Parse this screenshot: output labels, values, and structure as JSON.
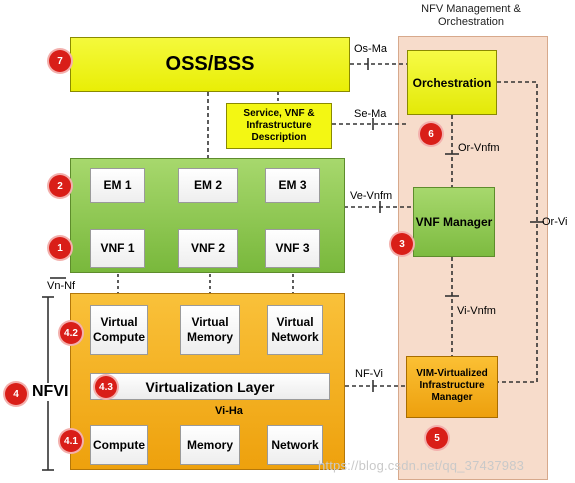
{
  "nfvo": {
    "title": "NFV Management & Orchestration"
  },
  "oss_bss": {
    "label": "OSS/BSS"
  },
  "service_desc": {
    "lines": [
      "Service, VNF &",
      "Infrastructure",
      "Description"
    ]
  },
  "orchestration": {
    "label": "Orchestration"
  },
  "em": {
    "labels": [
      "EM 1",
      "EM 2",
      "EM 3"
    ]
  },
  "vnf": {
    "labels": [
      "VNF 1",
      "VNF 2",
      "VNF 3"
    ]
  },
  "vnf_manager": {
    "label": "VNF Manager"
  },
  "virtual_resources": {
    "compute": [
      "Virtual",
      "Compute"
    ],
    "memory": [
      "Virtual",
      "Memory"
    ],
    "network": [
      "Virtual",
      "Network"
    ]
  },
  "virtualization_layer": {
    "label": "Virtualization Layer"
  },
  "hardware": {
    "labels": [
      "Compute",
      "Memory",
      "Network"
    ]
  },
  "vim": {
    "lines": [
      "VIM-Virtualized",
      "Infrastructure",
      "Manager"
    ]
  },
  "nfvi": {
    "label": "NFVI"
  },
  "reference_points": {
    "os_ma": "Os-Ma",
    "se_ma": "Se-Ma",
    "or_vnfm": "Or-Vnfm",
    "ve_vnfm": "Ve-Vnfm",
    "or_vi": "Or-Vi",
    "vn_nf": "Vn-Nf",
    "vi_vnfm": "Vi-Vnfm",
    "nf_vi": "NF-Vi",
    "vi_ha": "Vi-Ha"
  },
  "badges": [
    "7",
    "6",
    "2",
    "1",
    "3",
    "4.2",
    "4",
    "4.3",
    "4.1",
    "5"
  ],
  "watermark": "https://blog.csdn.net/qq_37437983",
  "colors": {
    "oss_yellow": "#eef00a",
    "vnf_green": "#8dc653",
    "nfvi_orange": "#f3ae1e",
    "nfvo_panel": "#f7dccb",
    "badge_red": "#d91e18"
  }
}
